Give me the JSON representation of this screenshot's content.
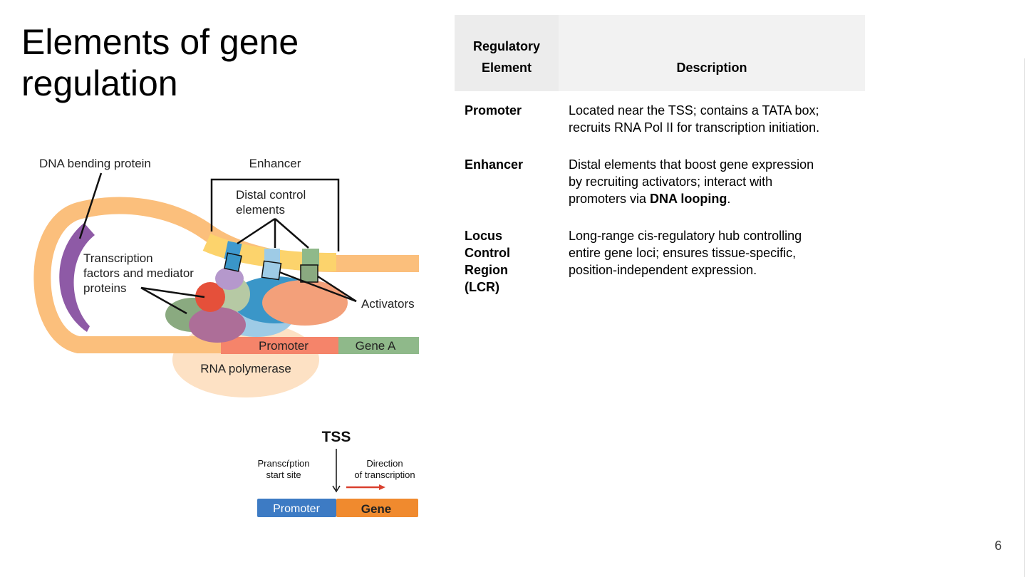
{
  "title": {
    "line1": "Elements of gene",
    "line2": "regulation"
  },
  "diagram": {
    "dna_bending_protein": "DNA bending protein",
    "enhancer": "Enhancer",
    "distal_control_line1": "Distal control",
    "distal_control_line2": "elements",
    "tf_line1": "Transcription",
    "tf_line2": "factors and mediator",
    "tf_line3": "proteins",
    "activators": "Activators",
    "promoter": "Promoter",
    "gene_a": "Gene A",
    "rna_polymerase": "RNA polymerase"
  },
  "tss_diagram": {
    "tss": "TSS",
    "start_site_line1": "Pranscŕption",
    "start_site_line2": "start site",
    "direction_line1": "Direction",
    "direction_line2": "of transcription",
    "promoter": "Promoter",
    "gene": "Gene"
  },
  "table": {
    "header_element_line1": "Regulatory",
    "header_element_line2": "Element",
    "header_description": "Description",
    "rows": [
      {
        "element": "Promoter",
        "desc_line1": "Located near the TSS; contains a TATA box;",
        "desc_line2": "recruits RNA Pol II for transcription initiation."
      },
      {
        "element": "Enhancer",
        "desc_line1": "Distal elements that boost gene expression",
        "desc_line2": "by recruiting activators; interact with",
        "desc_line3_prefix": "promoters via ",
        "desc_line3_bold": "DNA looping",
        "desc_line3_suffix": "."
      },
      {
        "element_line1": "Locus",
        "element_line2": "Control",
        "element_line3": "Region",
        "element_line4": "(LCR)",
        "desc_line1": "Long-range cis-regulatory hub controlling",
        "desc_line2": "entire gene loci; ensures tissue-specific,",
        "desc_line3": "position-independent expression."
      }
    ]
  },
  "page_number": "6",
  "colors": {
    "dna": "#fbbf7c",
    "bending_protein": "#8e5aa6",
    "promoter_segment": "#f5846a",
    "gene_segment": "#8fb98a",
    "rna_polymerase": "#fde1c4",
    "tss_promoter": "#3d7bc4",
    "tss_gene": "#f08a2e",
    "header_bg": "#ececec"
  }
}
